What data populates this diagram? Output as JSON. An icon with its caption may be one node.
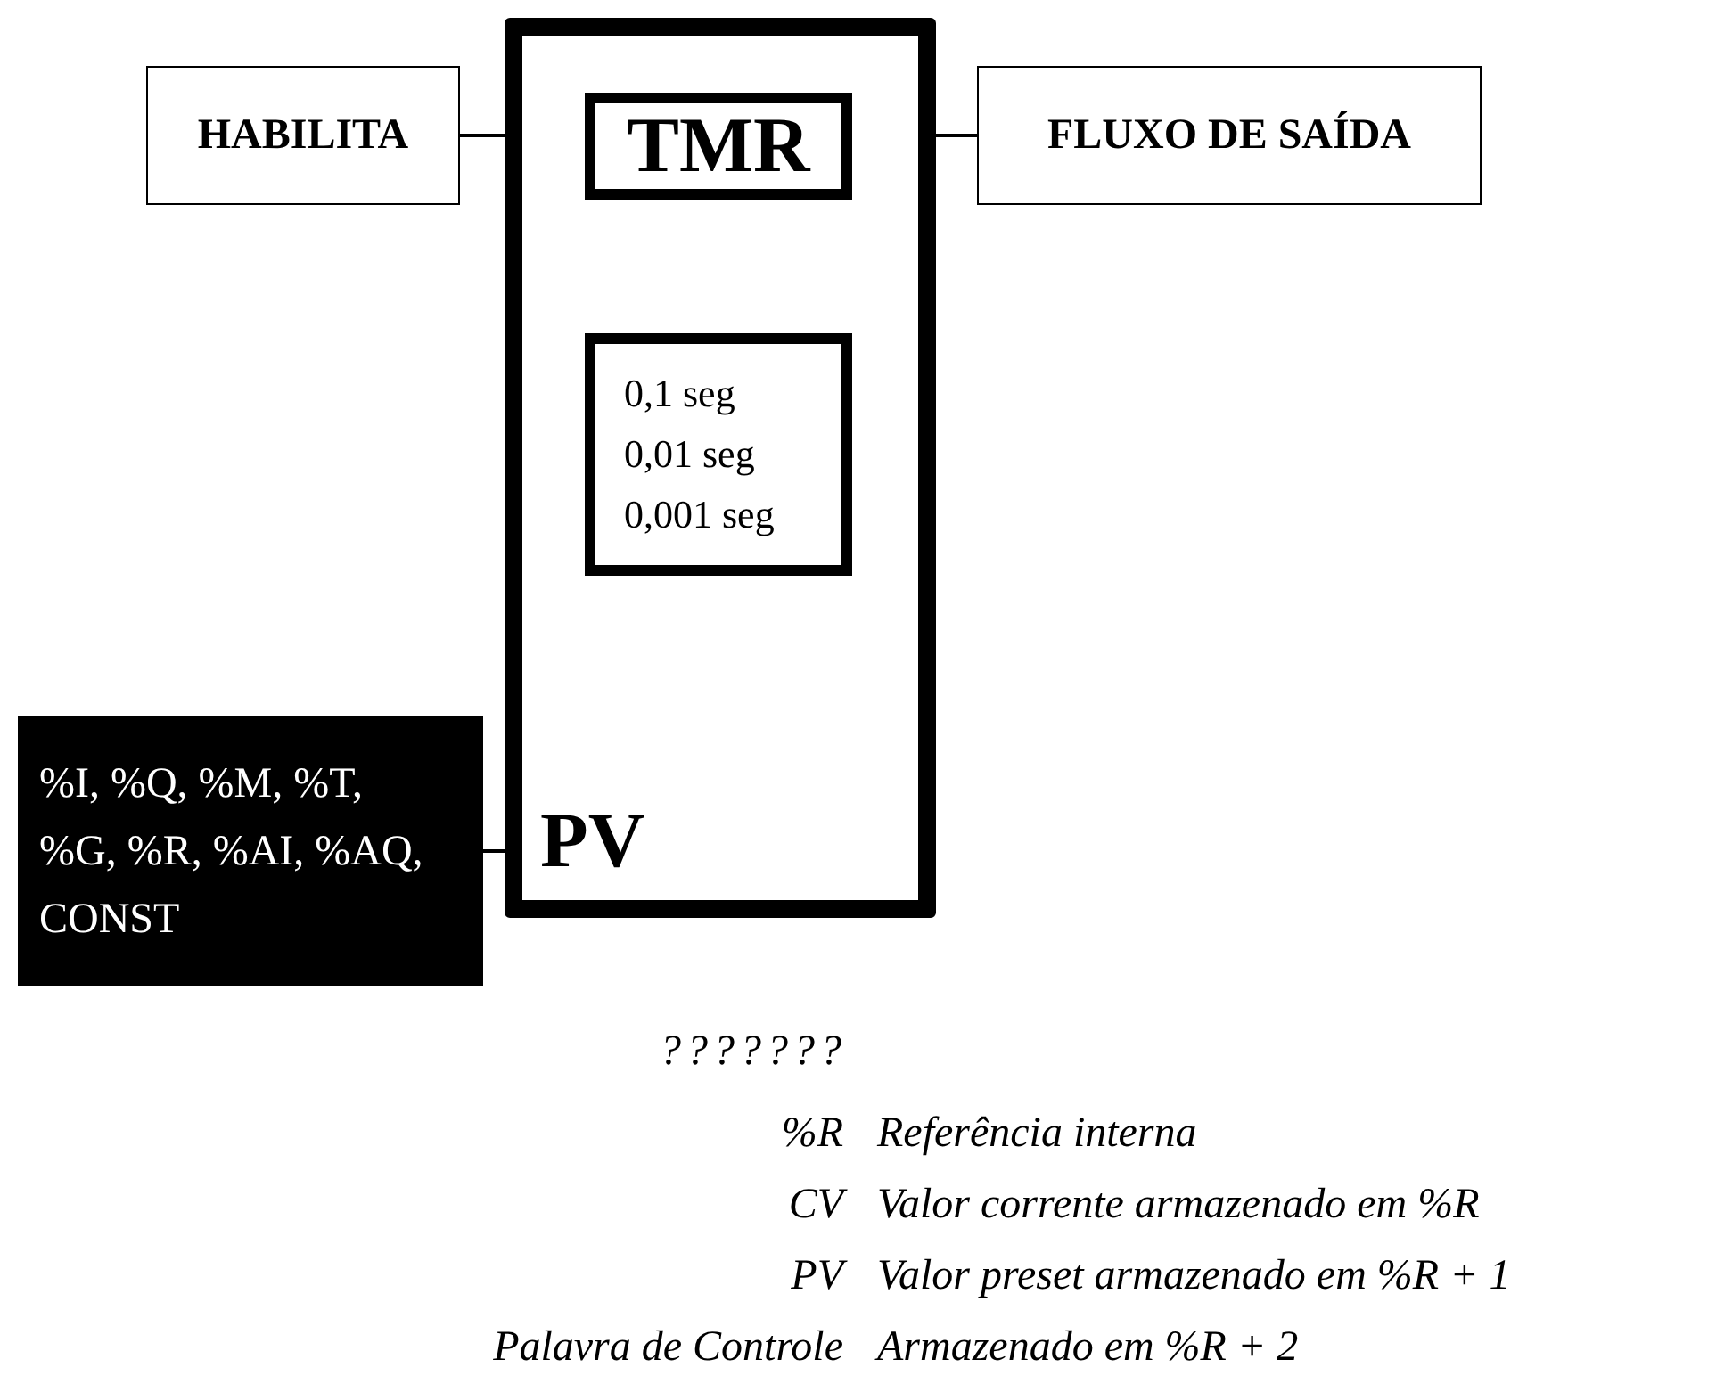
{
  "diagram": {
    "nodes": [
      {
        "text": [
          "PV"
        ]
      },
      {
        "text": [
          "TMR"
        ],
        "in": 0
      },
      {
        "text": [
          "0,1 seg",
          "0,01 seg",
          "0,001 seg"
        ],
        "in": 0
      },
      {
        "text": [
          "HABILITA"
        ]
      },
      {
        "text": [
          "FLUXO DE SAÍDA"
        ]
      },
      {
        "text": [
          "%I, %Q, %M, %T, %G, %R, %AI, %AQ, CONST"
        ]
      }
    ],
    "edges": [
      {
        "from": 3,
        "to": 0,
        "arrow": "none"
      },
      {
        "from": 0,
        "to": 4,
        "arrow": "none"
      },
      {
        "from": 5,
        "to": 0,
        "arrow": "none"
      }
    ],
    "labels": [
      "???????",
      "%R",
      "Referência interna",
      "CV",
      "Valor corrente armazenado em %R",
      "PV",
      "Valor preset armazenado em %R + 1",
      "Palavra de Controle",
      "Armazenado em %R + 2"
    ]
  }
}
